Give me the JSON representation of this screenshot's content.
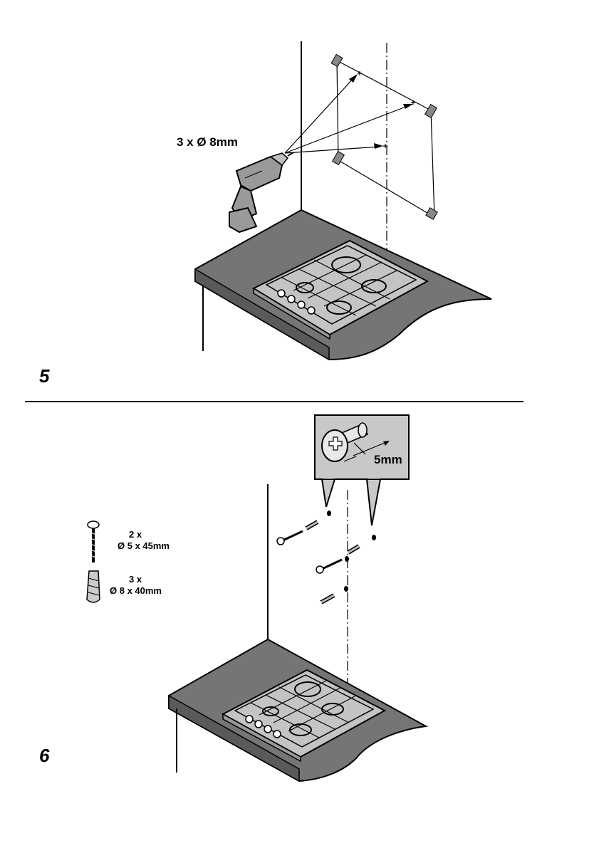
{
  "steps": [
    {
      "number": "5",
      "drill_label": "3 x Ø 8mm"
    },
    {
      "number": "6",
      "detail_label": "5mm",
      "screw_qty": "2 x",
      "screw_size": "Ø 5 x 45mm",
      "plug_qty": "3 x",
      "plug_size": "Ø 8 x 40mm"
    }
  ],
  "colors": {
    "worktop": "#6f6f6f",
    "worktop_top": "#757575",
    "drill_body": "#9a9a9a",
    "callout_bg": "#c8c8c8",
    "hob": "#c4c4c4",
    "line": "#000000"
  }
}
